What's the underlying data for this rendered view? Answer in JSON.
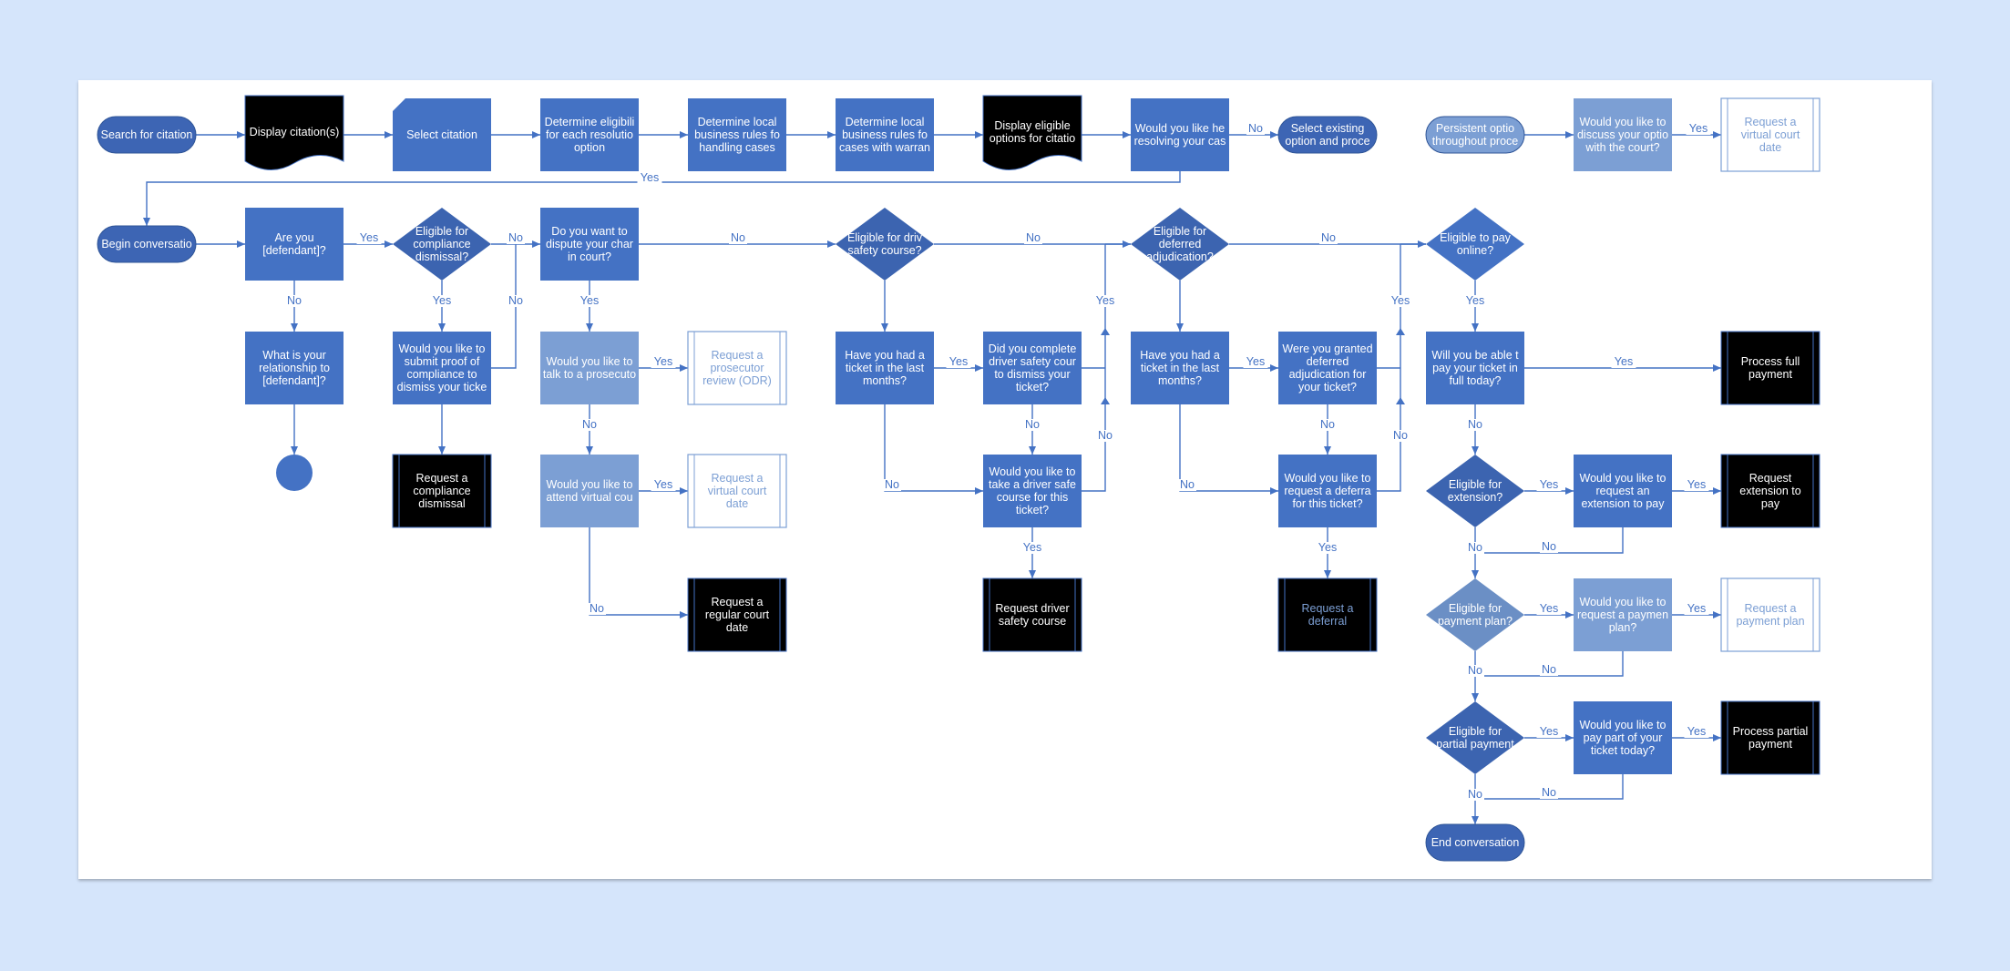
{
  "colors": {
    "process": "#4472c4",
    "process_light": "#7c9fd4",
    "terminal": "#4472c4",
    "terminal_dark": "#3d65b4",
    "decision": "#3c64b0",
    "decision_light": "#6b8fc5",
    "black": "#000000",
    "line": "#4472c4",
    "text_light": "#ffffff",
    "text_outline": "#7c9fd4"
  },
  "nodes": {
    "search": {
      "lines": [
        "Search for citation"
      ]
    },
    "display_citation": {
      "lines": [
        "Display citation(s)"
      ]
    },
    "select_citation": {
      "lines": [
        "Select citation"
      ]
    },
    "determine_eligibility": {
      "lines": [
        "Determine eligibili",
        "for each resolutio",
        "option"
      ]
    },
    "local_rules_cases": {
      "lines": [
        "Determine local",
        "business rules fo",
        "handling cases"
      ]
    },
    "local_rules_warrants": {
      "lines": [
        "Determine local",
        "business rules fo",
        "cases with warran"
      ]
    },
    "display_options": {
      "lines": [
        "Display eligible",
        "options for citatio"
      ]
    },
    "help_resolving": {
      "lines": [
        "Would you like he",
        "resolving your cas"
      ]
    },
    "select_existing": {
      "lines": [
        "Select existing",
        "option and proce"
      ]
    },
    "persistent": {
      "lines": [
        "Persistent optio",
        "throughout proce"
      ]
    },
    "discuss_options": {
      "lines": [
        "Would you like to",
        "discuss your optio",
        "with the court?"
      ]
    },
    "request_virtual_top": {
      "lines": [
        "Request a",
        "virtual court",
        "date"
      ]
    },
    "begin": {
      "lines": [
        "Begin conversatio"
      ]
    },
    "are_you": {
      "lines": [
        "Are you",
        "[defendant]?"
      ]
    },
    "elig_compliance": {
      "lines": [
        "Eligible for",
        "compliance",
        "dismissal?"
      ]
    },
    "dispute": {
      "lines": [
        "Do you want to",
        "dispute your char",
        "in court?"
      ]
    },
    "elig_driver": {
      "lines": [
        "Eligible for driv",
        "safety course?"
      ]
    },
    "elig_deferred": {
      "lines": [
        "Eligible for",
        "deferred",
        "adjudication?"
      ]
    },
    "elig_online": {
      "lines": [
        "Eligible to pay",
        "online?"
      ]
    },
    "relationship": {
      "lines": [
        "What is your",
        "relationship to",
        "[defendant]?"
      ]
    },
    "submit_proof": {
      "lines": [
        "Would you like to",
        "submit proof of",
        "compliance to",
        "dismiss your ticke"
      ]
    },
    "talk_prosecutor": {
      "lines": [
        "Would you like to",
        "talk to a prosecuto"
      ]
    },
    "request_prosecutor": {
      "lines": [
        "Request a",
        "prosecutor",
        "review (ODR)"
      ]
    },
    "ticket_months_1": {
      "lines": [
        "Have you had a",
        "ticket in the last",
        "months?"
      ]
    },
    "completed_driver": {
      "lines": [
        "Did you complete",
        "driver safety cour",
        "to dismiss your",
        "ticket?"
      ]
    },
    "ticket_months_2": {
      "lines": [
        "Have you had a",
        "ticket in the last",
        "months?"
      ]
    },
    "granted_deferred": {
      "lines": [
        "Were you granted",
        "deferred",
        "adjudication for",
        "your ticket?"
      ]
    },
    "pay_full": {
      "lines": [
        "Will you be able t",
        "pay your ticket in",
        "full today?"
      ]
    },
    "process_full": {
      "lines": [
        "Process full",
        "payment"
      ]
    },
    "request_compliance": {
      "lines": [
        "Request a",
        "compliance",
        "dismissal"
      ]
    },
    "attend_virtual": {
      "lines": [
        "Would you like to",
        "attend virtual cou"
      ]
    },
    "request_virtual_mid": {
      "lines": [
        "Request a",
        "virtual court",
        "date"
      ]
    },
    "take_driver": {
      "lines": [
        "Would you like to",
        "take a driver safe",
        "course for this",
        "ticket?"
      ]
    },
    "request_deferral_q": {
      "lines": [
        "Would you like to",
        "request a deferra",
        "for this ticket?"
      ]
    },
    "elig_extension": {
      "lines": [
        "Eligible for",
        "extension?"
      ]
    },
    "request_extension_q": {
      "lines": [
        "Would you like to",
        "request an",
        "extension to pay"
      ]
    },
    "request_extension": {
      "lines": [
        "Request",
        "extension to",
        "pay"
      ]
    },
    "request_regular": {
      "lines": [
        "Request a",
        "regular court",
        "date"
      ]
    },
    "request_driver": {
      "lines": [
        "Request driver",
        "safety course"
      ]
    },
    "request_deferral": {
      "lines": [
        "Request a",
        "deferral"
      ]
    },
    "elig_plan": {
      "lines": [
        "Eligible for",
        "payment plan?"
      ]
    },
    "request_plan_q": {
      "lines": [
        "Would you like to",
        "request a paymen",
        "plan?"
      ]
    },
    "request_plan": {
      "lines": [
        "Request a",
        "payment plan"
      ]
    },
    "elig_partial": {
      "lines": [
        "Eligible for",
        "partial payment"
      ]
    },
    "pay_part_q": {
      "lines": [
        "Would you like to",
        "pay part of your",
        "ticket today?"
      ]
    },
    "process_partial": {
      "lines": [
        "Process partial",
        "payment"
      ]
    },
    "end": {
      "lines": [
        "End conversation"
      ]
    }
  },
  "edge_labels": {
    "yes": "Yes",
    "no": "No"
  }
}
